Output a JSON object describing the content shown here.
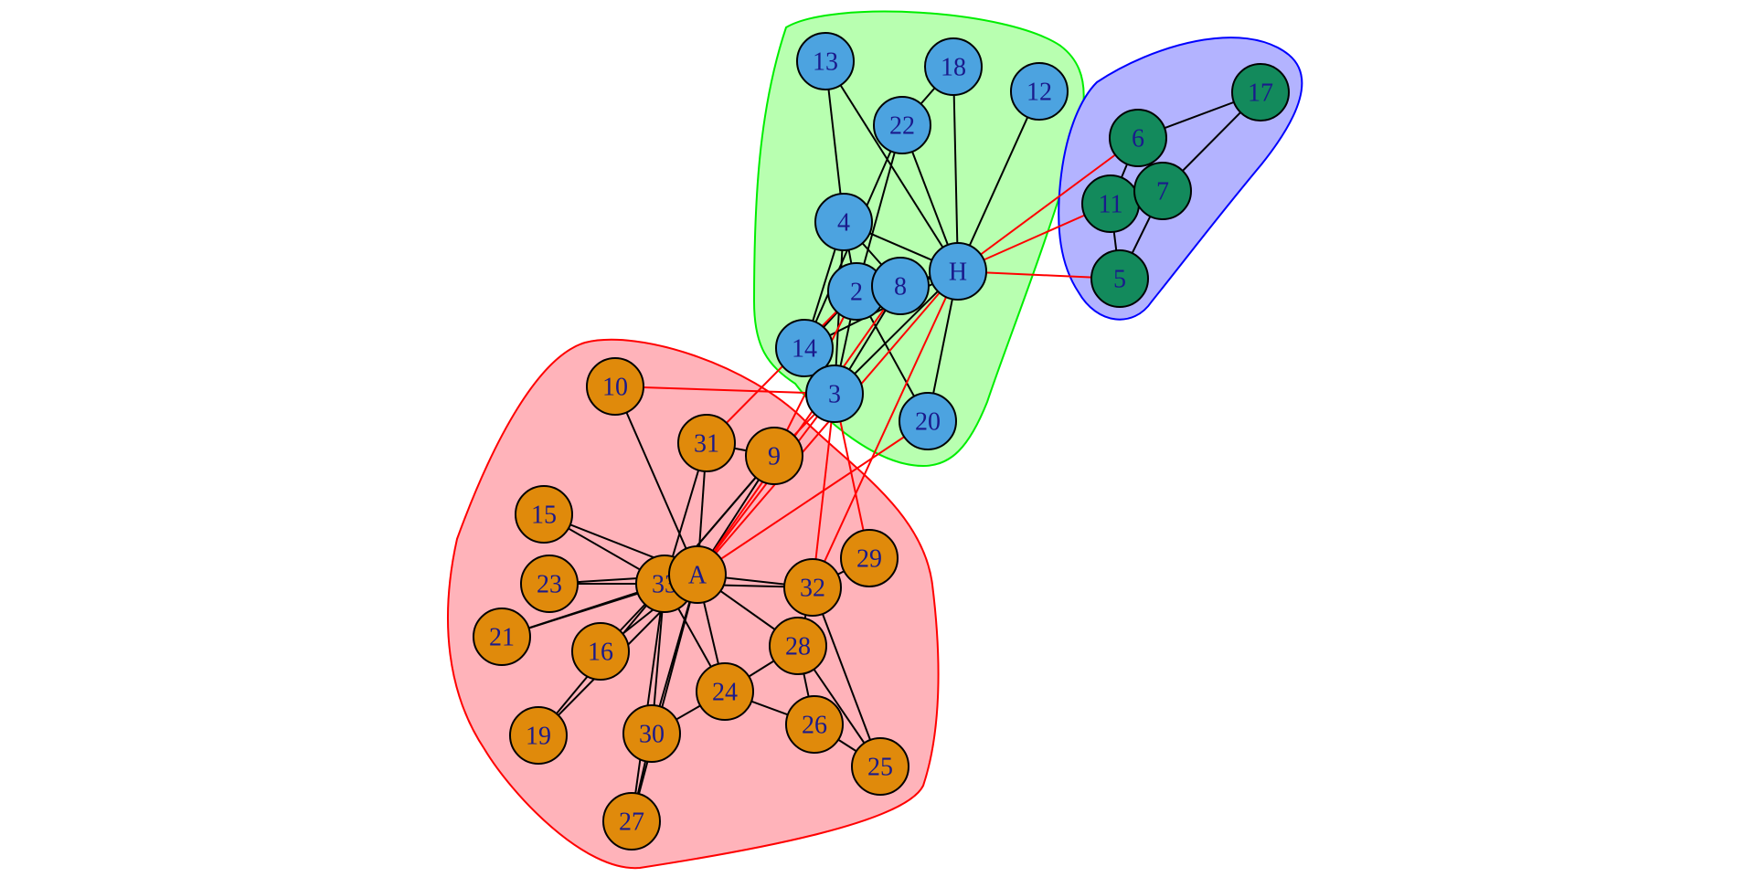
{
  "graph": {
    "communities": [
      {
        "id": "community-1",
        "fill": "#ffb3ba",
        "stroke": "#ff0000",
        "node_color": "#e08a0b",
        "nodes": [
          "A",
          "9",
          "10",
          "15",
          "16",
          "19",
          "21",
          "23",
          "24",
          "25",
          "26",
          "27",
          "28",
          "29",
          "30",
          "31",
          "32",
          "33"
        ]
      },
      {
        "id": "community-2",
        "fill": "#b8ffb0",
        "stroke": "#00ee00",
        "node_color": "#4ca3e0",
        "nodes": [
          "H",
          "2",
          "3",
          "4",
          "8",
          "12",
          "13",
          "14",
          "18",
          "20",
          "22"
        ]
      },
      {
        "id": "community-3",
        "fill": "#b3b3ff",
        "stroke": "#0000ff",
        "node_color": "#138a5c",
        "nodes": [
          "5",
          "6",
          "7",
          "11",
          "17"
        ]
      }
    ],
    "nodes": [
      {
        "id": "13",
        "label": "13"
      },
      {
        "id": "18",
        "label": "18"
      },
      {
        "id": "12",
        "label": "12"
      },
      {
        "id": "22",
        "label": "22"
      },
      {
        "id": "4",
        "label": "4"
      },
      {
        "id": "H",
        "label": "H"
      },
      {
        "id": "2",
        "label": "2"
      },
      {
        "id": "8",
        "label": "8"
      },
      {
        "id": "14",
        "label": "14"
      },
      {
        "id": "3",
        "label": "3"
      },
      {
        "id": "20",
        "label": "20"
      },
      {
        "id": "17",
        "label": "17"
      },
      {
        "id": "6",
        "label": "6"
      },
      {
        "id": "11",
        "label": "11"
      },
      {
        "id": "7",
        "label": "7"
      },
      {
        "id": "5",
        "label": "5"
      },
      {
        "id": "10",
        "label": "10"
      },
      {
        "id": "31",
        "label": "31"
      },
      {
        "id": "9",
        "label": "9"
      },
      {
        "id": "15",
        "label": "15"
      },
      {
        "id": "23",
        "label": "23"
      },
      {
        "id": "33",
        "label": "33"
      },
      {
        "id": "A",
        "label": "A"
      },
      {
        "id": "32",
        "label": "32"
      },
      {
        "id": "29",
        "label": "29"
      },
      {
        "id": "21",
        "label": "21"
      },
      {
        "id": "16",
        "label": "16"
      },
      {
        "id": "28",
        "label": "28"
      },
      {
        "id": "24",
        "label": "24"
      },
      {
        "id": "19",
        "label": "19"
      },
      {
        "id": "30",
        "label": "30"
      },
      {
        "id": "26",
        "label": "26"
      },
      {
        "id": "25",
        "label": "25"
      },
      {
        "id": "27",
        "label": "27"
      }
    ],
    "edges": [
      [
        "13",
        "4"
      ],
      [
        "13",
        "H"
      ],
      [
        "18",
        "22"
      ],
      [
        "18",
        "H"
      ],
      [
        "12",
        "H"
      ],
      [
        "22",
        "H"
      ],
      [
        "22",
        "2"
      ],
      [
        "22",
        "14"
      ],
      [
        "4",
        "H"
      ],
      [
        "4",
        "2"
      ],
      [
        "4",
        "8"
      ],
      [
        "4",
        "3"
      ],
      [
        "4",
        "14"
      ],
      [
        "H",
        "2"
      ],
      [
        "H",
        "8"
      ],
      [
        "H",
        "3"
      ],
      [
        "H",
        "14"
      ],
      [
        "H",
        "20"
      ],
      [
        "2",
        "8"
      ],
      [
        "2",
        "3"
      ],
      [
        "2",
        "14"
      ],
      [
        "2",
        "20"
      ],
      [
        "8",
        "3"
      ],
      [
        "14",
        "3"
      ],
      [
        "6",
        "7"
      ],
      [
        "6",
        "17"
      ],
      [
        "6",
        "11"
      ],
      [
        "7",
        "17"
      ],
      [
        "7",
        "11"
      ],
      [
        "7",
        "5"
      ],
      [
        "11",
        "5"
      ],
      [
        "H",
        "6"
      ],
      [
        "H",
        "11"
      ],
      [
        "H",
        "5"
      ],
      [
        "10",
        "3"
      ],
      [
        "10",
        "A"
      ],
      [
        "31",
        "9"
      ],
      [
        "31",
        "33"
      ],
      [
        "31",
        "A"
      ],
      [
        "31",
        "2"
      ],
      [
        "9",
        "3"
      ],
      [
        "9",
        "A"
      ],
      [
        "9",
        "33"
      ],
      [
        "9",
        "2"
      ],
      [
        "A",
        "3"
      ],
      [
        "A",
        "20"
      ],
      [
        "A",
        "8"
      ],
      [
        "A",
        "H"
      ],
      [
        "32",
        "3"
      ],
      [
        "32",
        "H"
      ],
      [
        "29",
        "3"
      ],
      [
        "15",
        "33"
      ],
      [
        "15",
        "A"
      ],
      [
        "23",
        "33"
      ],
      [
        "23",
        "A"
      ],
      [
        "21",
        "33"
      ],
      [
        "21",
        "A"
      ],
      [
        "16",
        "33"
      ],
      [
        "16",
        "A"
      ],
      [
        "19",
        "33"
      ],
      [
        "19",
        "A"
      ],
      [
        "33",
        "A"
      ],
      [
        "33",
        "32"
      ],
      [
        "33",
        "24"
      ],
      [
        "33",
        "30"
      ],
      [
        "A",
        "32"
      ],
      [
        "A",
        "28"
      ],
      [
        "A",
        "24"
      ],
      [
        "A",
        "30"
      ],
      [
        "A",
        "27"
      ],
      [
        "32",
        "29"
      ],
      [
        "32",
        "25"
      ],
      [
        "32",
        "28"
      ],
      [
        "28",
        "24"
      ],
      [
        "28",
        "25"
      ],
      [
        "28",
        "26"
      ],
      [
        "24",
        "30"
      ],
      [
        "24",
        "26"
      ],
      [
        "26",
        "25"
      ],
      [
        "30",
        "27"
      ],
      [
        "33",
        "27"
      ],
      [
        "9",
        "33"
      ]
    ]
  }
}
